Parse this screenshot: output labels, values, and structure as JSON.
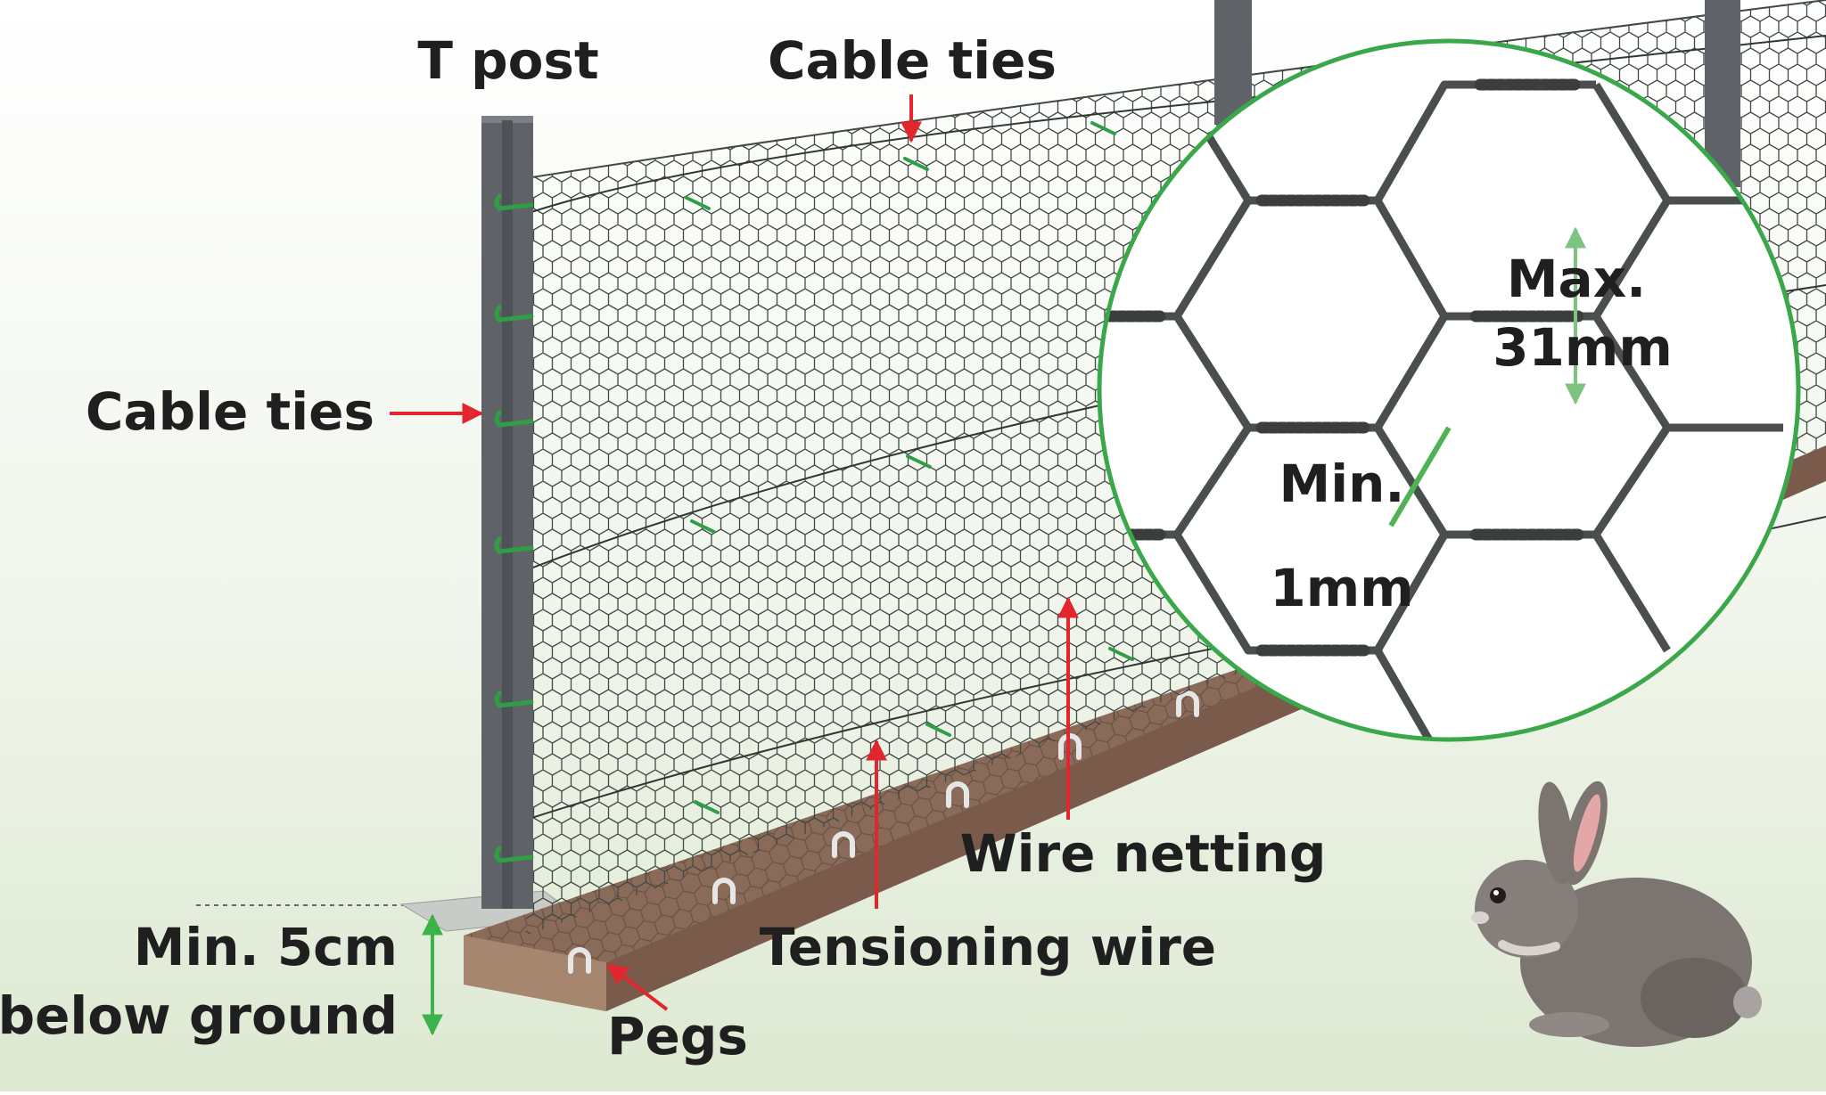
{
  "labels": {
    "t_post": "T post",
    "cable_ties_top": "Cable ties",
    "cable_ties_left": "Cable ties",
    "max_line1": "Max.",
    "max_line2": "31mm",
    "min_line1": "Min.",
    "min_line2": "1mm",
    "wire_netting": "Wire netting",
    "tensioning_wire": "Tensioning wire",
    "depth_line1": "Min. 5cm",
    "depth_line2": "below ground",
    "pegs": "Pegs"
  },
  "colors": {
    "arrow_red": "#e3262e",
    "arrow_green": "#3cb34a",
    "zoom_ring": "#3aa84a",
    "post": "#5f6368",
    "mesh": "#3f4a44",
    "skirt": "#8a6a58",
    "ties": "#2f9e44",
    "rabbit": "#7b7470"
  },
  "icons": {
    "animal": "rabbit-illustration",
    "zoom": "magnifier-circle",
    "peg": "u-peg-icon"
  }
}
